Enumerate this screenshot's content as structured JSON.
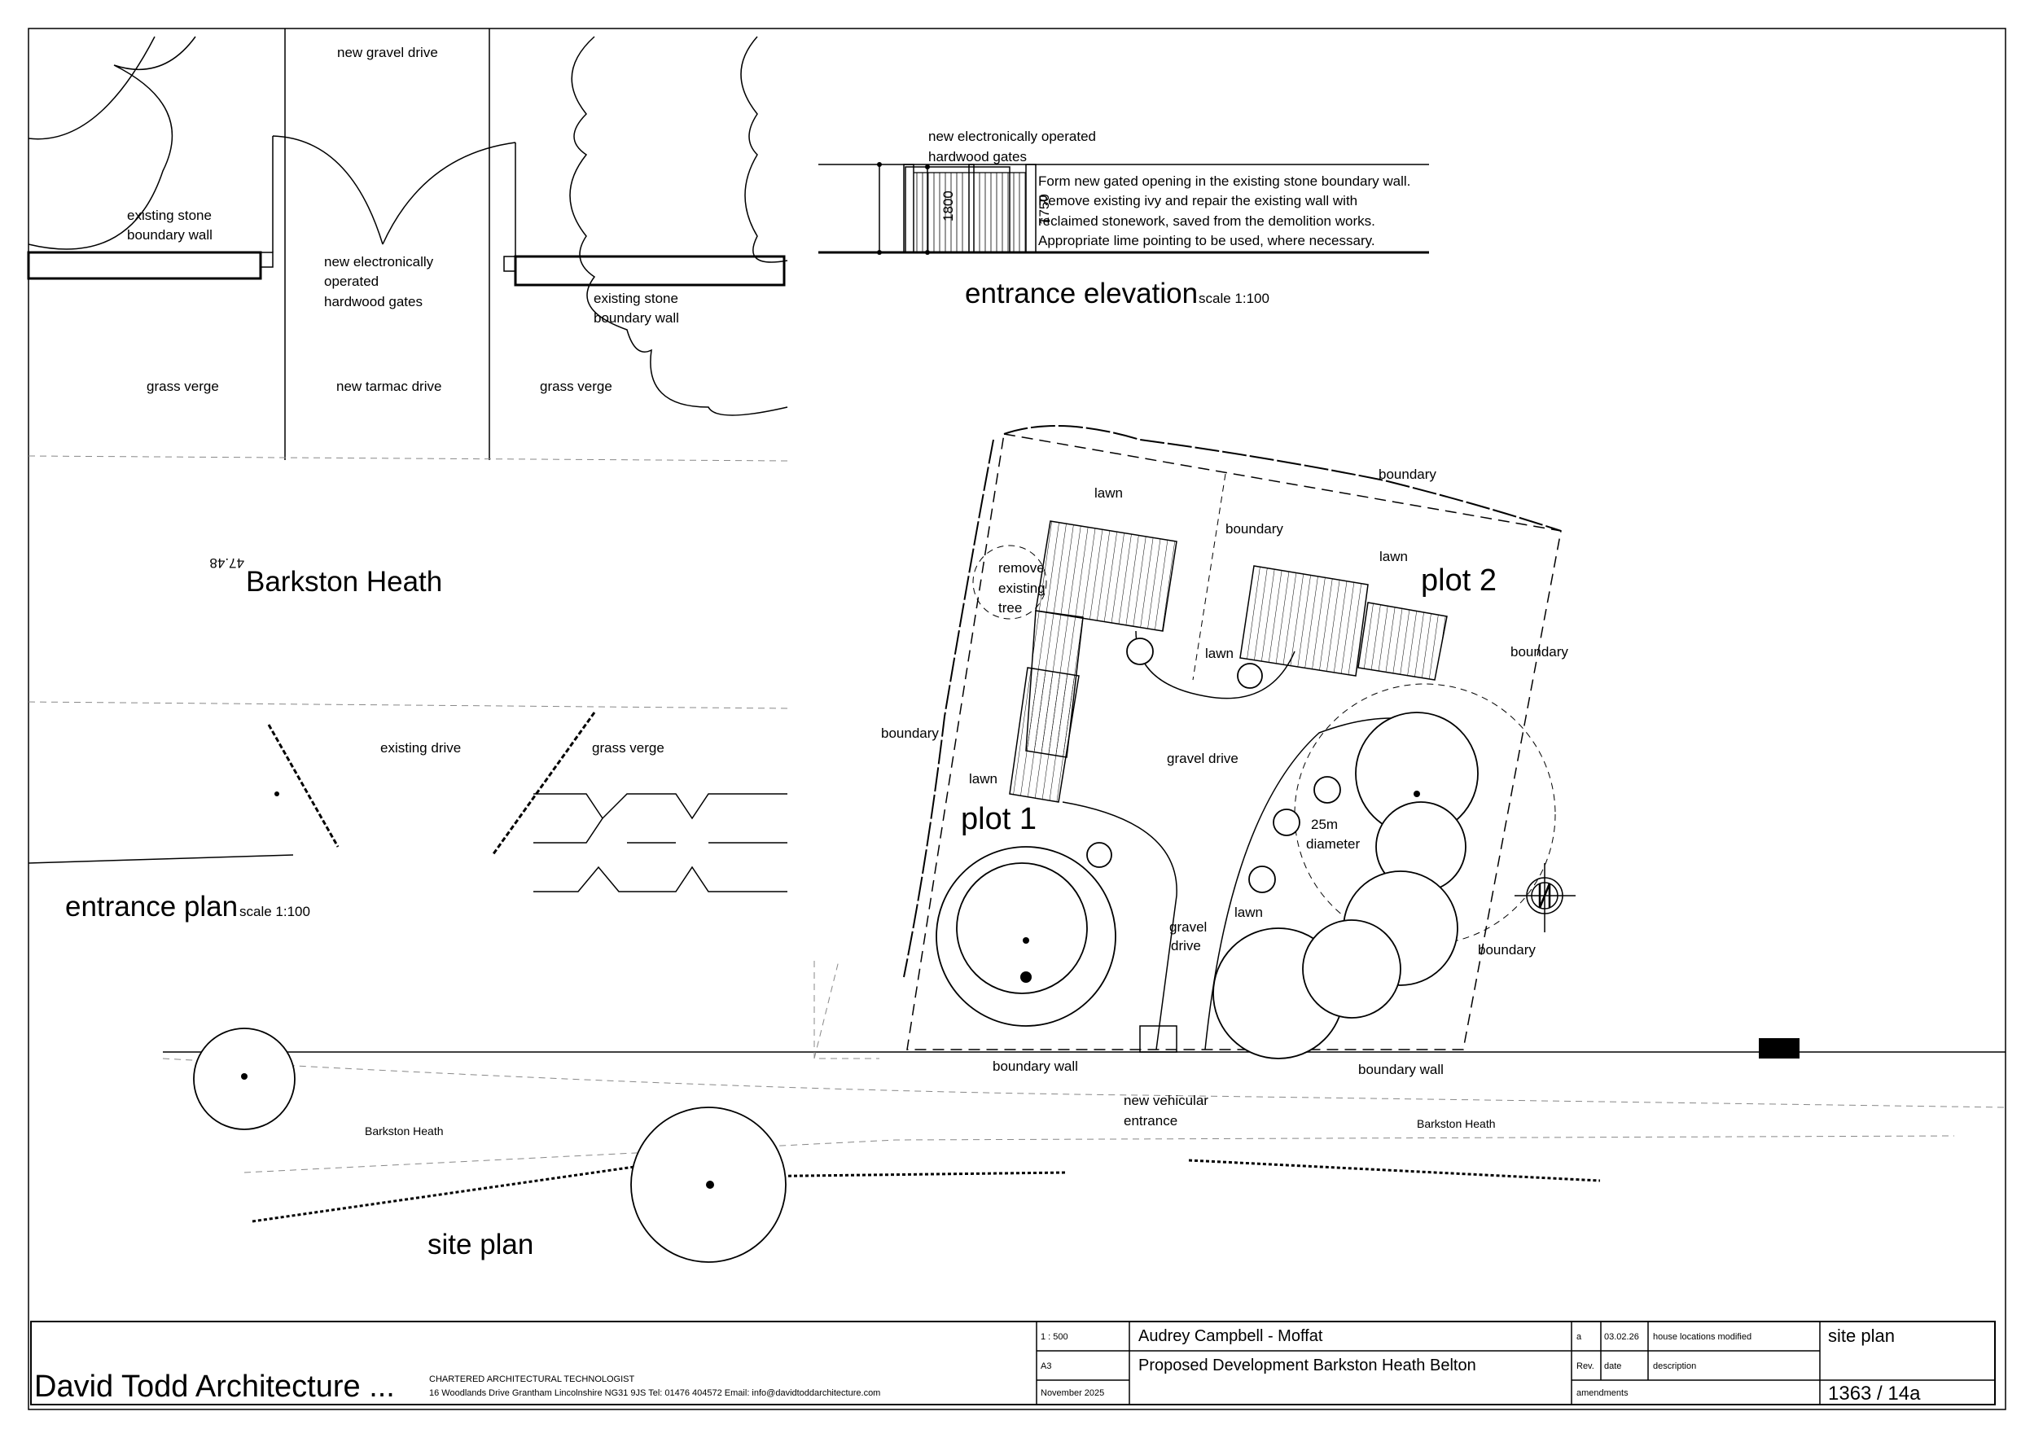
{
  "entrance_plan": {
    "title": "entrance plan",
    "scale": "scale 1:100",
    "labels": {
      "new_gravel_drive": "new gravel drive",
      "wall_left_1": "existing stone",
      "wall_left_2": "boundary wall",
      "gates_1": "new electronically",
      "gates_2": "operated",
      "gates_3": "hardwood gates",
      "wall_right_1": "existing stone",
      "wall_right_2": "boundary wall",
      "grass_verge_left": "grass verge",
      "new_tarmac_drive": "new tarmac drive",
      "grass_verge_right": "grass verge",
      "road_name": "Barkston Heath",
      "level": "47.48",
      "existing_drive": "existing drive",
      "grass_verge_lower": "grass verge"
    }
  },
  "entrance_elevation": {
    "title": "entrance elevation",
    "scale": "scale 1:100",
    "gates_label_1": "new electronically operated",
    "gates_label_2": "hardwood gates",
    "dim_wall": "1800",
    "dim_gate": "1750",
    "notes": [
      "Form new gated opening in the existing stone boundary wall.",
      "Remove existing ivy and repair the existing wall with",
      "reclaimed stonework, saved from the demolition works.",
      "Appropriate lime pointing to be used, where necessary."
    ]
  },
  "site_plan": {
    "title": "site plan",
    "labels": {
      "lawn_top": "lawn",
      "boundary_top": "boundary",
      "boundary_mid": "boundary",
      "lawn_plot2": "lawn",
      "plot2": "plot 2",
      "remove_1": "remove",
      "remove_2": "existing",
      "remove_3": "tree",
      "boundary_right": "boundary",
      "lawn_mid": "lawn",
      "boundary_left": "boundary",
      "gravel_drive": "gravel drive",
      "lawn_left": "lawn",
      "plot1": "plot 1",
      "diameter_1": "25m",
      "diameter_2": "diameter",
      "lawn_lower": "lawn",
      "gravel_drive_1": "gravel",
      "gravel_drive_2": "drive",
      "boundary_lower_right": "boundary",
      "boundary_wall_left": "boundary wall",
      "boundary_wall_right": "boundary wall",
      "entrance_1": "new vehicular",
      "entrance_2": "entrance",
      "road_left": "Barkston Heath",
      "road_right": "Barkston Heath"
    },
    "north_arrow": "north-arrow-icon"
  },
  "title_block": {
    "firm": "David Todd Architecture ...",
    "firm_subtitle": "CHARTERED ARCHITECTURAL TECHNOLOGIST",
    "firm_address": "16 Woodlands Drive Grantham Lincolnshire NG31 9JS   Tel: 01476 404572   Email: info@davidtoddarchitecture.com",
    "scale": "1 : 500",
    "paper": "A3",
    "date": "November 2025",
    "client": "Audrey Campbell - Moffat",
    "project": "Proposed Development Barkston Heath Belton",
    "revision": {
      "rev": "a",
      "date": "03.02.26",
      "description": "house locations modified"
    },
    "rev_header": {
      "rev": "Rev.",
      "date": "date",
      "description": "description"
    },
    "amendments": "amendments",
    "drawing_title": "site plan",
    "drawing_number": "1363 / 14a"
  }
}
